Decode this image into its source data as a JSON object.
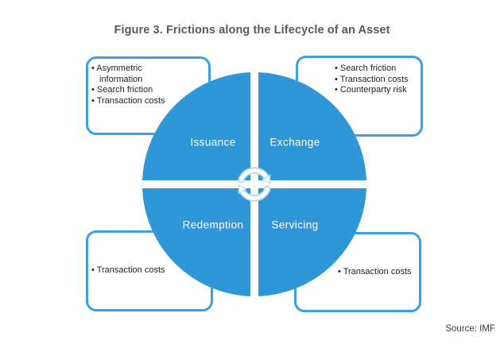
{
  "title": "Figure 3. Frictions along the Lifecycle of an Asset",
  "source": "Source: IMF",
  "bullet_char": "•",
  "quadrants": {
    "top_left": "Issuance",
    "top_right": "Exchange",
    "bottom_left": "Redemption",
    "bottom_right": "Servicing"
  },
  "callouts": {
    "top_left": {
      "items": [
        "Asymmetric information",
        "Search friction",
        "Transaction costs"
      ]
    },
    "top_right": {
      "items": [
        "Search friction",
        "Transaction costs",
        "Counterparty risk"
      ]
    },
    "bottom_left": {
      "items": [
        "Transaction costs"
      ]
    },
    "bottom_right": {
      "items": [
        "Transaction costs"
      ]
    }
  },
  "colors": {
    "circle_blue": "#2f96d8",
    "box_border_blue": "#3b9fe3",
    "title_gray": "#58595b",
    "body_text": "#1f1f1f"
  },
  "icons": {
    "center": "cycle-arrows-icon"
  }
}
